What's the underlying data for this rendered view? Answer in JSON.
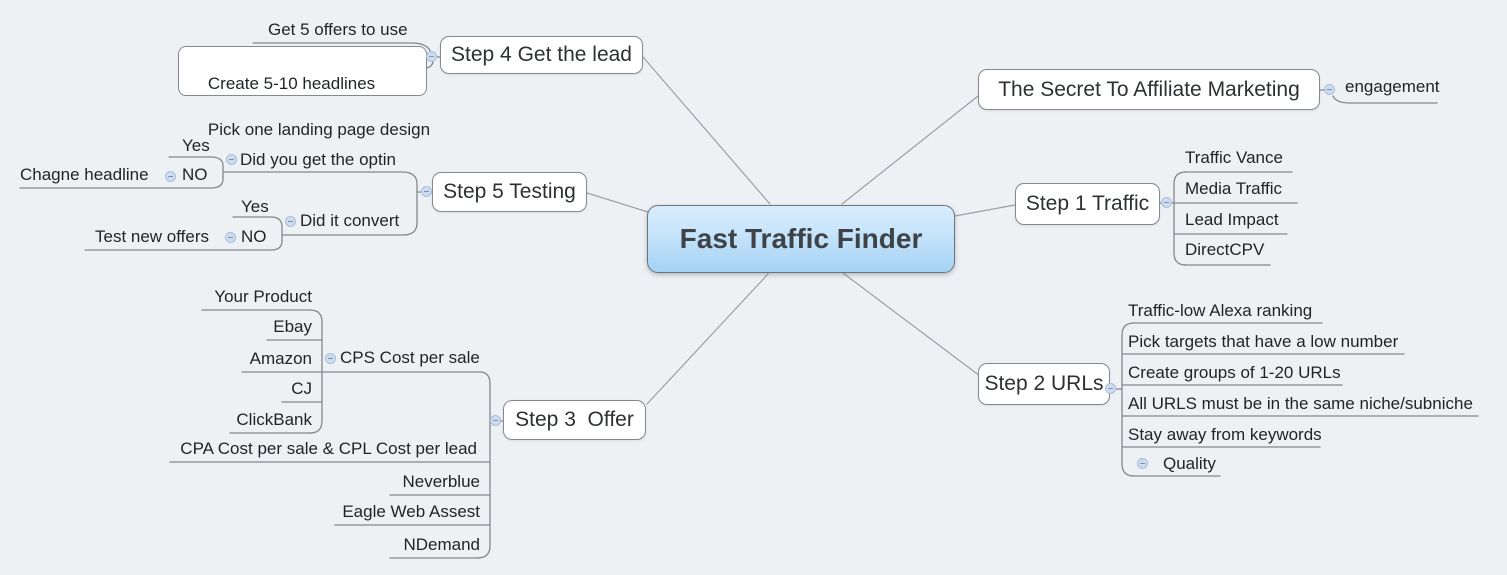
{
  "colors": {
    "bg": "#eef1f4",
    "node_border": "#85898d",
    "connector_line": "#9aa0a6",
    "branch_line": "#83878b",
    "central_top": "#d9edfd",
    "central_bottom": "#a6d2f4",
    "collapse_fill": "#cfdcef",
    "collapse_border": "#a9bedb"
  },
  "map": {
    "root": {
      "label": "Fast Traffic Finder"
    },
    "branches": [
      {
        "label": "Step 4 Get the lead",
        "children": [
          {
            "label": "Get 5 offers to use"
          },
          {
            "lines": [
              "Create 5-10 headlines",
              "Pick one landing page design"
            ]
          }
        ]
      },
      {
        "label": "The Secret To Affiliate Marketing",
        "children": [
          {
            "label": "engagement"
          }
        ]
      },
      {
        "label": "Step 1 Traffic",
        "children": [
          {
            "label": "Traffic Vance"
          },
          {
            "label": "Media Traffic"
          },
          {
            "label": "Lead Impact"
          },
          {
            "label": "DirectCPV"
          }
        ]
      },
      {
        "label": "Step 5 Testing",
        "children": [
          {
            "label": "Did you get the optin",
            "children": [
              {
                "label": "Yes"
              },
              {
                "label": "NO",
                "children": [
                  {
                    "label": "Chagne headline"
                  }
                ]
              }
            ]
          },
          {
            "label": "Did it convert",
            "children": [
              {
                "label": "Yes"
              },
              {
                "label": "NO",
                "children": [
                  {
                    "label": "Test new offers"
                  }
                ]
              }
            ]
          }
        ]
      },
      {
        "label": "Step 2 URLs",
        "children": [
          {
            "label": "Traffic-low Alexa ranking"
          },
          {
            "label": "Pick targets that have a low number"
          },
          {
            "label": "Create groups of 1-20 URLs"
          },
          {
            "label": "All URLS must be in the same niche/subniche"
          },
          {
            "label": "Stay away from keywords"
          },
          {
            "label": "Quality"
          }
        ]
      },
      {
        "label": "Step 3  Offer",
        "children": [
          {
            "label": "CPS Cost per sale",
            "children": [
              {
                "label": "Your Product"
              },
              {
                "label": "Ebay"
              },
              {
                "label": "Amazon"
              },
              {
                "label": "CJ"
              },
              {
                "label": "ClickBank"
              }
            ]
          },
          {
            "label": "CPA Cost per sale & CPL Cost per lead",
            "children": [
              {
                "label": "Neverblue"
              },
              {
                "label": "Eagle Web Assest"
              },
              {
                "label": "NDemand"
              }
            ]
          }
        ]
      }
    ]
  }
}
